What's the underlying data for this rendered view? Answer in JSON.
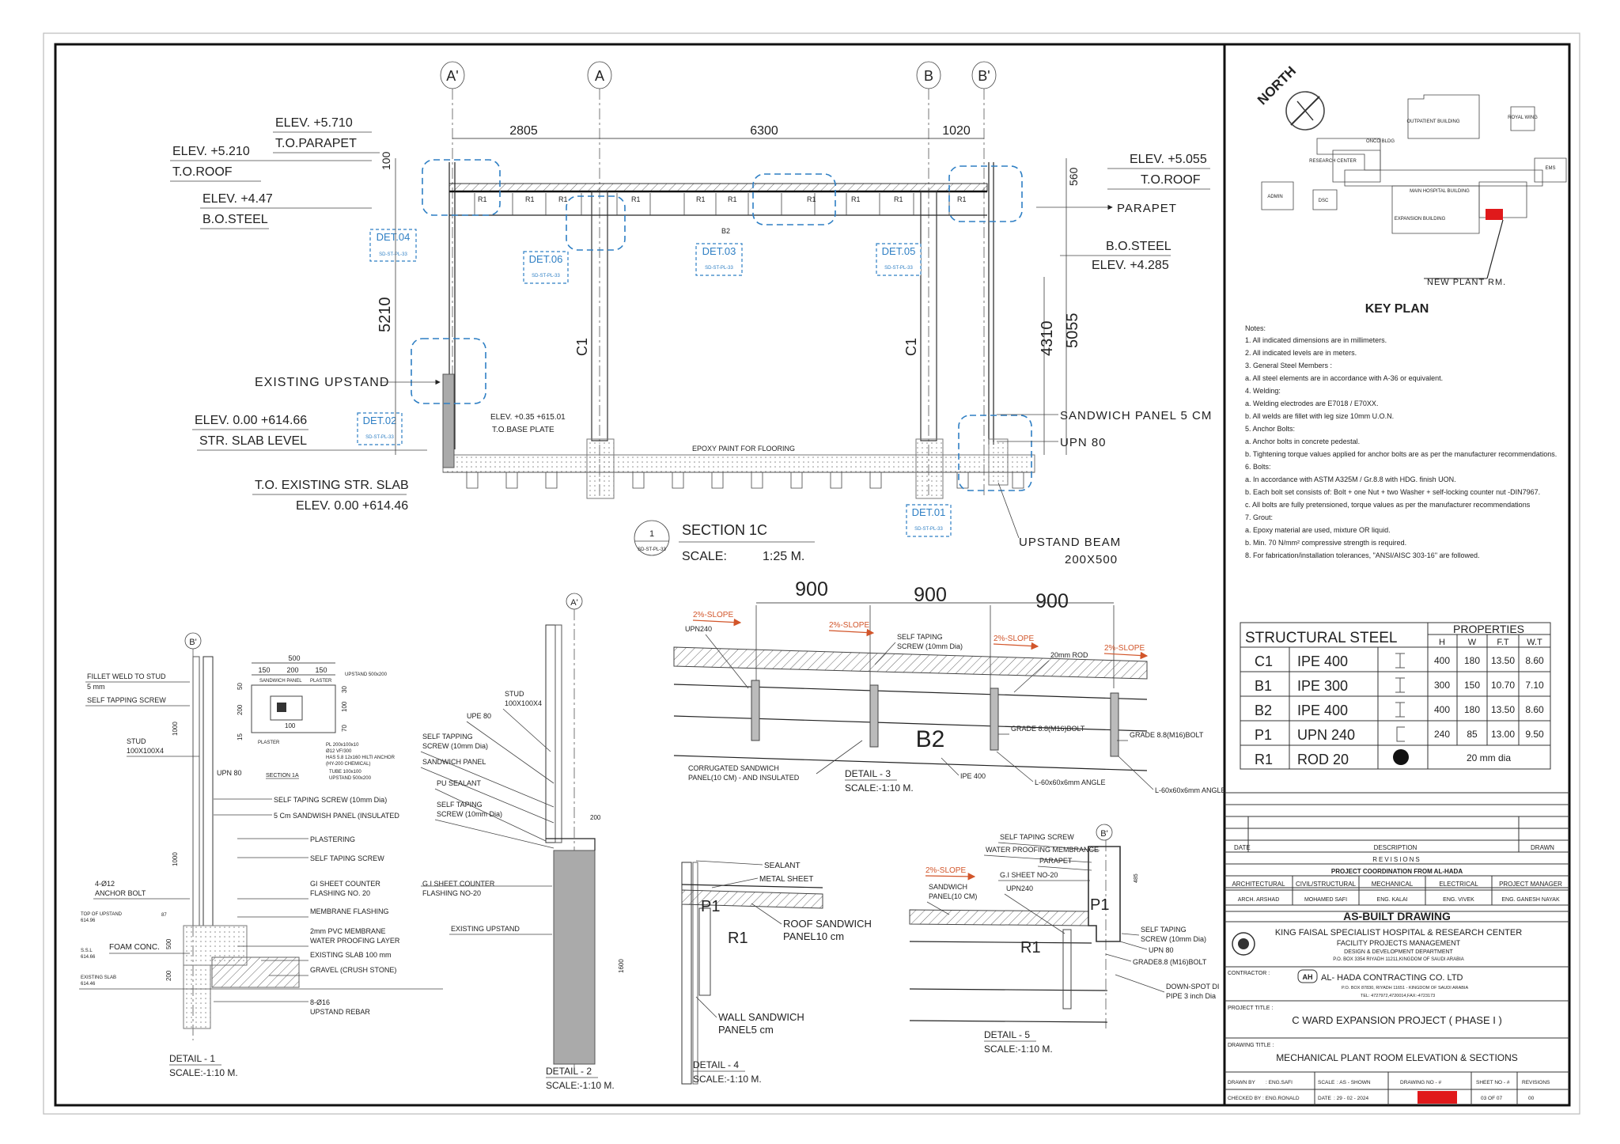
{
  "section1c": {
    "grids": [
      "A'",
      "A",
      "B",
      "B'"
    ],
    "top_dims": [
      "2805",
      "6300",
      "1020"
    ],
    "elev_parapet": "ELEV. +5.710",
    "to_parapet": "T.O.PARAPET",
    "elev_roof_left": "ELEV. +5.210",
    "to_roof_left": "T.O.ROOF",
    "elev_bo_left": "ELEV. +4.47",
    "bo_steel_left": "B.O.STEEL",
    "elev_roof_right": "ELEV. +5.055",
    "to_roof_right": "T.O.ROOF",
    "parapet": "PARAPET",
    "bo_steel_right": "B.O.STEEL",
    "elev_bo_right": "ELEV. +4.285",
    "existing_upstand": "EXISTING UPSTAND",
    "elev_slab": "ELEV. 0.00 +614.66",
    "str_slab_level": "STR. SLAB LEVEL",
    "to_existing_slab": "T.O.  EXISTING STR. SLAB",
    "elev_slab2": "ELEV. 0.00 +614.46",
    "sandwich_panel": "SANDWICH PANEL 5 CM",
    "upn80": "UPN 80",
    "upstand_beam": "UPSTAND BEAM",
    "upstand_beam_size": "200X500",
    "base_plate_elev": "ELEV. +0.35 +615.01",
    "base_plate": "T.O.BASE PLATE",
    "epoxy": "EPOXY PAINT FOR FLOORING",
    "dim_100": "100",
    "dim_560": "560",
    "dim_5210": "5210",
    "dim_4310": "4310",
    "dim_5055": "5055",
    "c1": "C1",
    "r1": "R1",
    "b2": "B2",
    "det04": "DET.04",
    "det06": "DET.06",
    "det03": "DET.03",
    "det05": "DET.05",
    "det02": "DET.02",
    "det01": "DET.01",
    "det_ref": "SD-ST-PL-33",
    "bubble_no": "1",
    "section_title": "SECTION 1C",
    "scale_label": "SCALE:",
    "scale_value": "1:25 M."
  },
  "key_plan": {
    "north": "NORTH",
    "title": "KEY PLAN",
    "new_plant": "NEW PLANT RM.",
    "buildings": [
      "OUTPATIENT BUILDING",
      "ROYAL WING",
      "RESEARCH CENTER",
      "ONCO BLDG",
      "ADMIN",
      "DSC",
      "MAIN HOSPITAL BUILDING",
      "EXPANSION BUILDING",
      "EMS"
    ]
  },
  "notes": {
    "heading": "Notes:",
    "items": [
      "1.  All indicated dimensions are in millimeters.",
      "2.  All indicated levels are in meters.",
      "3.  General Steel Members :",
      "      a.   All steel elements are in accordance with A-36 or equivalent.",
      "4.  Welding:",
      "      a.   Welding electrodes are E7018 / E70XX.",
      "      b.   All welds are fillet with leg size 10mm U.O.N.",
      "5.  Anchor Bolts:",
      "      a.   Anchor bolts in concrete pedestal.",
      "      b.   Tightening torque values applied for anchor bolts are as per the manufacturer recommendations.",
      "6.  Bolts:",
      "      a.   In accordance with ASTM A325M / Gr.8.8 with HDG. finish UON.",
      "      b.   Each bolt set  consists of: Bolt + one Nut + two Washer + self-locking counter nut -DIN7967.",
      "      c.   All bolts are fully pretensioned, torque values as per the manufacturer recommendations",
      "7.  Grout:",
      "      a.   Epoxy material are used, mixture OR liquid.",
      "      b.   Min. 70 N/mm² compressive strength is required.",
      "8.  For fabrication/installation tolerances, \"ANSI/AISC 303-16\" are followed."
    ]
  },
  "steel_table": {
    "title": "STRUCTURAL  STEEL",
    "properties": "PROPERTIES",
    "cols": [
      "H",
      "W",
      "F.T",
      "W.T"
    ],
    "rows": [
      {
        "mark": "C1",
        "section": "IPE 400",
        "h": "400",
        "w": "180",
        "ft": "13.50",
        "wt": "8.60"
      },
      {
        "mark": "B1",
        "section": "IPE 300",
        "h": "300",
        "w": "150",
        "ft": "10.70",
        "wt": "7.10"
      },
      {
        "mark": "B2",
        "section": "IPE 400",
        "h": "400",
        "w": "180",
        "ft": "13.50",
        "wt": "8.60"
      },
      {
        "mark": "P1",
        "section": "UPN 240",
        "h": "240",
        "w": "85",
        "ft": "13.00",
        "wt": "9.50"
      },
      {
        "mark": "R1",
        "section": "ROD 20",
        "h": "20 mm dia",
        "w": "",
        "ft": "",
        "wt": ""
      }
    ]
  },
  "title_block": {
    "date": "DATE",
    "description": "DESCRIPTION",
    "drawn": "DRAWN",
    "revisions": "REVISIONS",
    "coordination": "PROJECT COORDINATION FROM AL-HADA",
    "disciplines": [
      "ARCHITECTURAL",
      "CIVIL/STRUCTURAL",
      "MECHANICAL",
      "ELECTRICAL",
      "PROJECT MANAGER"
    ],
    "engineers": [
      "ARCH. ARSHAD",
      "MOHAMED SAFI",
      "ENG. KALAI",
      "ENG. VIVEK",
      "ENG. GANESH NAYAK"
    ],
    "as_built": "AS-BUILT DRAWING",
    "client_name": "KING FAISAL SPECIALIST HOSPITAL & RESEARCH CENTER",
    "client_dept": "FACILITY PROJECTS MANAGEMENT",
    "client_dept2": "DESIGN & DEVELOPMENT DEPARTMENT",
    "client_addr": "P.O. BOX 3354 RIYADH 11211,KINGDOM OF SAUDI ARABIA",
    "contractor_label": "CONTRACTOR :",
    "contractor_name": "AL- HADA CONTRACTING CO. LTD",
    "contractor_logo": "AH",
    "contractor_addr": "P.O. BOX 87830, RIYADH 11651 - KINGDOM OF SAUDI ARABIA",
    "contractor_tel": "TEL: 4727972,4720014,FAX:-4723173",
    "project_title_label": "PROJECT TITLE :",
    "project_title": "C WARD EXPANSION PROJECT ( PHASE I )",
    "drawing_title_label": "DRAWING TITLE :",
    "drawing_title": "MECHANICAL PLANT ROOM ELEVATION & SECTIONS",
    "drawn_by_label": "DRAWN BY",
    "drawn_by": ": ENG.SAFI",
    "scale_label": "SCALE",
    "scale": ": AS - SHOWN",
    "drawing_no_label": "DRAWING NO - #",
    "sheet_no_label": "SHEET NO - #",
    "revisions_label": "REVISIONS",
    "checked_by_label": "CHECKED BY",
    "checked_by": ": ENG.RONALD",
    "date_label": "DATE",
    "date_value": ": 29 - 02 - 2024",
    "sheet_no": "03 OF 07",
    "revision": "00"
  },
  "detail1": {
    "grid": "B'",
    "fillet": "FILLET WELD TO STUD",
    "five_mm": "5 mm",
    "self_tap": "SELF TAPPING SCREW",
    "stud": "STUD",
    "stud_size": "100X100X4",
    "upn80": "UPN 80",
    "self_tap10": "SELF TAPING SCREW  (10mm Dia)",
    "sandwich": "5 Cm SANDWISH PANEL  (INSULATED",
    "plastering": "PLASTERING",
    "self_tap_screw": "SELF TAPING SCREW",
    "gi_sheet": "GI SHEET COUNTER",
    "flashing": "FLASHING NO. 20",
    "membrane": "MEMBRANE FLASHING",
    "pvc": "2mm PVC MEMBRANE",
    "wp_layer": "WATER PROOFING LAYER",
    "slab": "EXISTING SLAB 100 mm",
    "gravel": "GRAVEL (CRUSH STONE)",
    "anchor": "4-Ø12",
    "anchor2": "ANCHOR BOLT",
    "foam": "FOAM CONC.",
    "rebar": "8-Ø16",
    "rebar2": "UPSTAND REBAR",
    "section1a": "SECTION 1A",
    "dim_500": "500",
    "dim_150a": "150",
    "dim_200": "200",
    "dim_150b": "150",
    "sandwich_panel": "SANDWICH PANEL",
    "plaster": "PLASTER",
    "upstand_size": "UPSTAND 500x200",
    "plaster2": "PLASTER",
    "pl": "PL 200x100x10",
    "bolt": "Ø12 VF/300",
    "hilti": "HAS 5.8 12x160 HILTI ANCHOR",
    "hilti2": "(HY-200 CHEMICAL)",
    "tube": "TUBE 100x100",
    "upstand_b": "UPSTAND 500x200",
    "top_upstand": "TOP OF UPSTAND",
    "top_upstand_val": "614.96",
    "ssl": "S.S.L",
    "ssl_val": "614.66",
    "ex_slab": "EXISTING SLAB",
    "ex_slab_val": "614.46",
    "dim_87": "87",
    "dim_1000a": "1000",
    "dim_1000b": "1000",
    "dim_500b": "500",
    "dim_200b": "200",
    "dim_50": "50",
    "dim_15": "15",
    "dim_100": "100",
    "dim_30": "30",
    "dim_70": "70",
    "dim_100b": "100",
    "title": "DETAIL - 1",
    "scale": "SCALE:-1:10  M."
  },
  "detail2": {
    "grid": "A'",
    "stud": "STUD",
    "stud_size": "100X100X4",
    "upe80": "UPE 80",
    "self_tap": "SELF TAPPING",
    "self_tap2": "SCREW (10mm Dia)",
    "sandwich": "SANDWICH PANEL",
    "pu": "PU SEALANT",
    "self_tap3": "SELF TAPING",
    "self_tap4": "SCREW  (10mm Dia)",
    "gi": "G.I SHEET COUNTER",
    "gi2": "FLASHING NO-20",
    "existing": "EXISTING UPSTAND",
    "dim_200": "200",
    "dim_1600": "1600",
    "title": "DETAIL - 2",
    "scale": "SCALE:-1:10  M."
  },
  "detail3": {
    "dims": [
      "900",
      "900",
      "900"
    ],
    "slope": "2%-SLOPE",
    "upn240": "UPN240",
    "self_tap": "SELF TAPING",
    "self_tap2": "SCREW  (10mm Dia)",
    "rod": "20mm ROD",
    "b2": "B2",
    "bolt": "GRADE 8.8(M16)BOLT",
    "bolt2": "GRADE 8.8(M16)BOLT",
    "corrugated": "CORRUGATED SANDWICH",
    "corrugated2": "PANEL(10 CM) - AND INSULATED",
    "ipe": "IPE 400",
    "angle": "L-60x60x6mm ANGLE",
    "angle2": "L-60x60x6mm ANGLE",
    "title": "DETAIL - 3",
    "scale": "SCALE:-1:10  M."
  },
  "detail4": {
    "sealant": "SEALANT",
    "metal": "METAL SHEET",
    "p1": "P1",
    "r1": "R1",
    "roof": "ROOF SANDWICH",
    "roof2": "PANEL10 cm",
    "wall": "WALL SANDWICH",
    "wall2": "PANEL5 cm",
    "title": "DETAIL - 4",
    "scale": "SCALE:-1:10  M."
  },
  "detail5": {
    "grid": "B'",
    "self_tap": "SELF TAPING SCREW",
    "wpm": "WATER PROOFING MEMBRANCE",
    "parapet": "PARAPET",
    "gi": "G.I SHEET  NO-20",
    "upn240": "UPN240",
    "slope": "2%-SLOPE",
    "sandwich": "SANDWICH",
    "sandwich2": "PANEL(10 CM)",
    "p1": "P1",
    "r1": "R1",
    "self_tap2": "SELF TAPING",
    "self_tap3": "SCREW  (10mm Dia)",
    "upn80": "UPN 80",
    "bolt": "GRADE8.8 (M16)BOLT",
    "down": "DOWN-SPOT DI",
    "down2": "PIPE 3 inch Dia",
    "dim_485": "485",
    "title": "DETAIL - 5",
    "scale": "SCALE:-1:10  M."
  },
  "colors": {
    "detail_blue": "#2e7fc4",
    "slope_orange": "#d2552a",
    "north_red": "#cc2a2a",
    "plant_red": "#e0191b"
  }
}
